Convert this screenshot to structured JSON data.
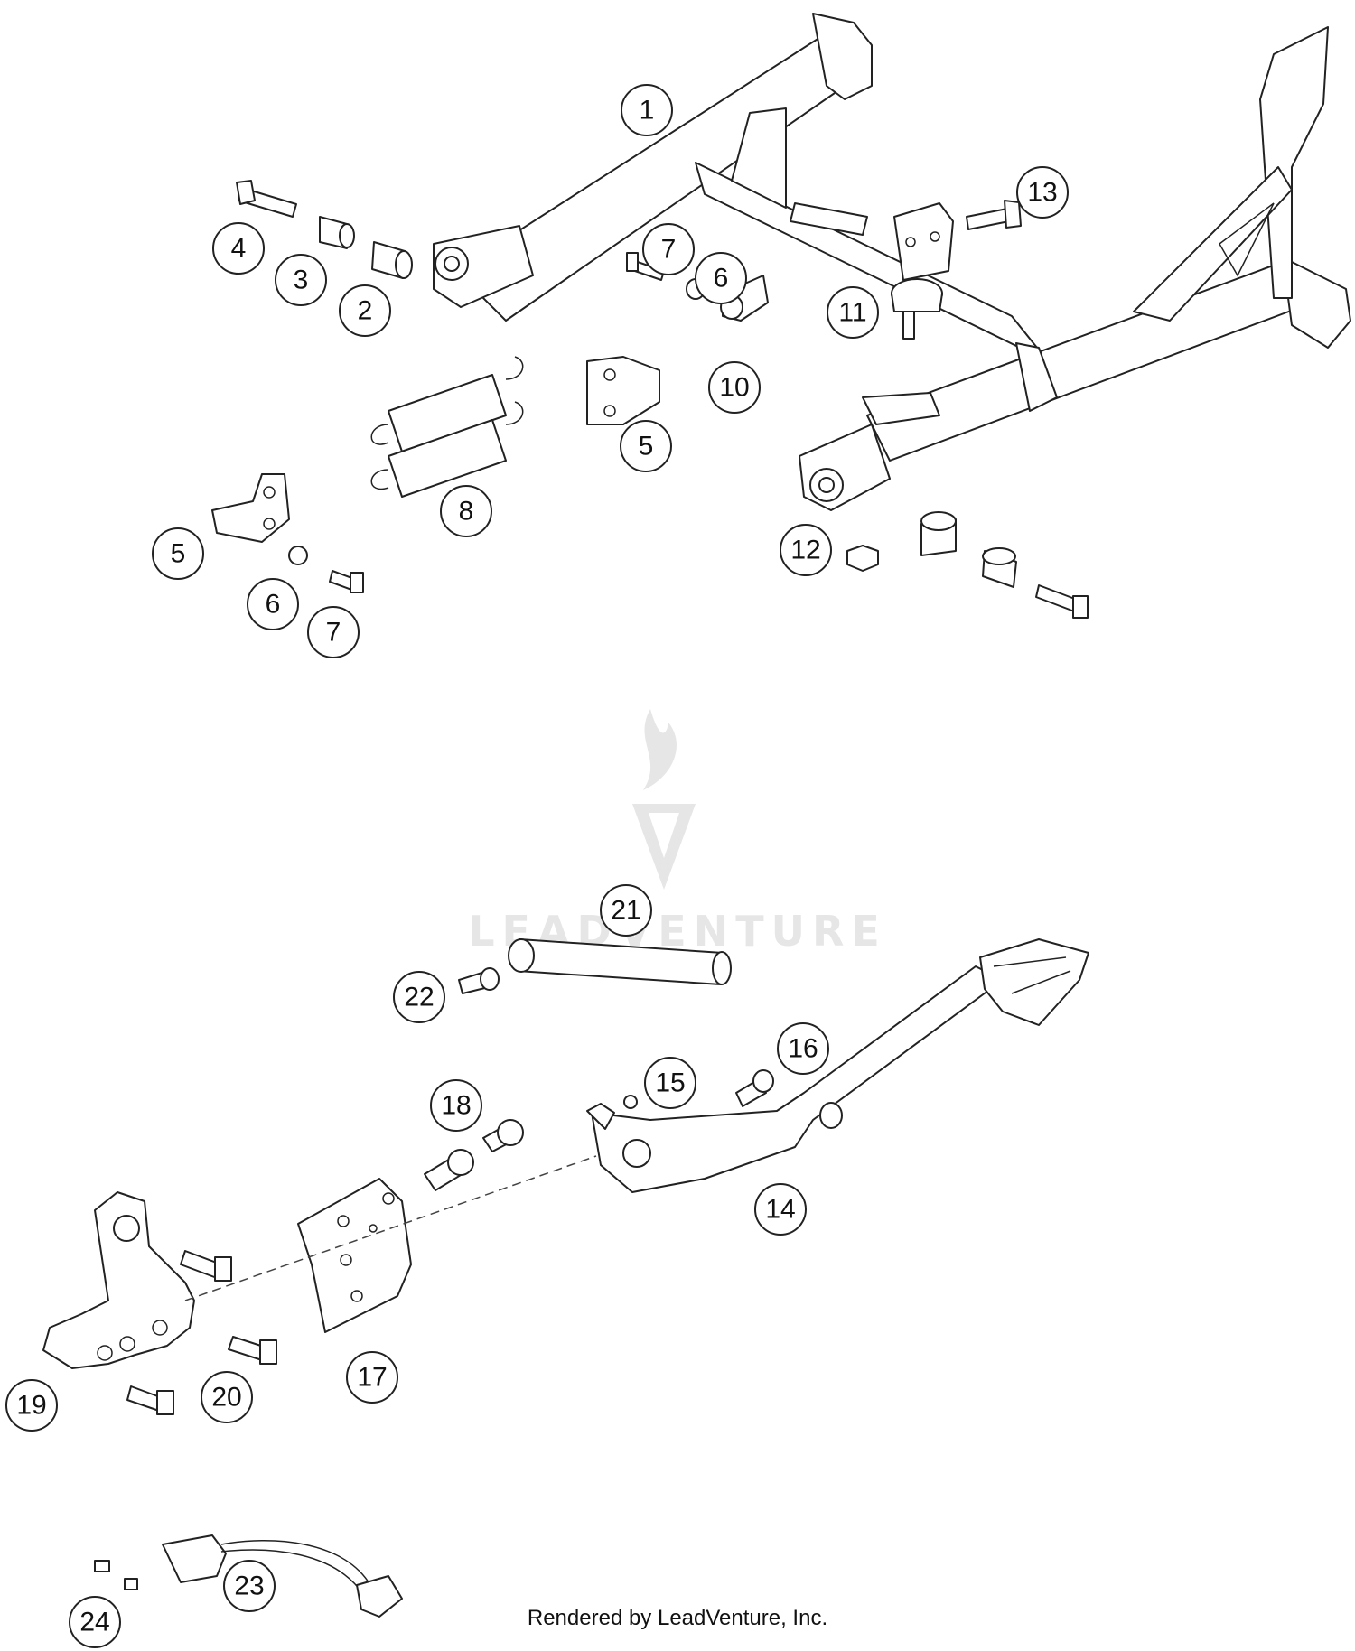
{
  "callouts": [
    {
      "label": "1"
    },
    {
      "label": "4"
    },
    {
      "label": "3"
    },
    {
      "label": "2"
    },
    {
      "label": "13"
    },
    {
      "label": "7"
    },
    {
      "label": "6"
    },
    {
      "label": "11"
    },
    {
      "label": "10"
    },
    {
      "label": "5"
    },
    {
      "label": "8"
    },
    {
      "label": "5"
    },
    {
      "label": "12"
    },
    {
      "label": "6"
    },
    {
      "label": "7"
    },
    {
      "label": "21"
    },
    {
      "label": "22"
    },
    {
      "label": "16"
    },
    {
      "label": "15"
    },
    {
      "label": "18"
    },
    {
      "label": "14"
    },
    {
      "label": "19"
    },
    {
      "label": "20"
    },
    {
      "label": "17"
    },
    {
      "label": "23"
    },
    {
      "label": "24"
    }
  ],
  "watermark": "LEADVENTURE",
  "credit": "Rendered by LeadVenture, Inc.",
  "colors": {
    "line": "#222222",
    "background": "#ffffff",
    "watermark": "#e6e6e6"
  }
}
